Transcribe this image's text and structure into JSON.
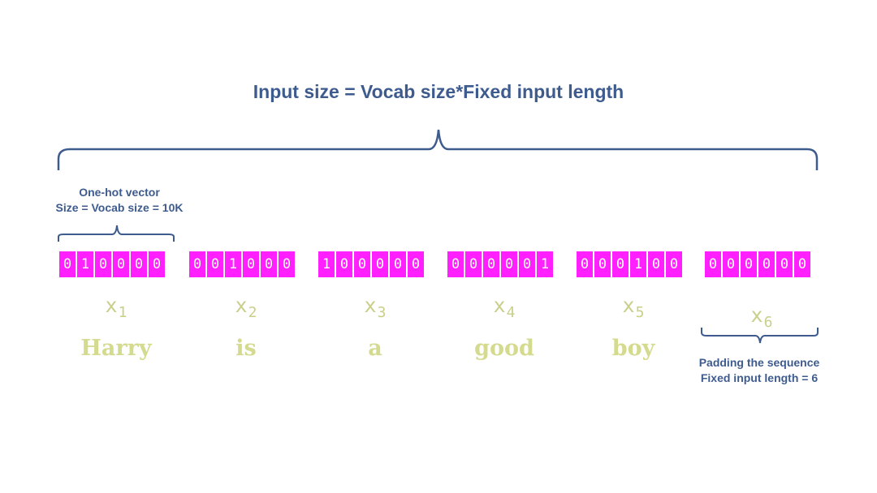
{
  "title": "Input size = Vocab size*Fixed input length",
  "one_hot_note": {
    "line1": "One-hot vector",
    "line2": "Size = Vocab size = 10K"
  },
  "padding_note": {
    "line1": "Padding the sequence",
    "line2": "Fixed input length = 6"
  },
  "vectors": [
    {
      "bits": [
        "0",
        "1",
        "0",
        "0",
        "0",
        "0"
      ],
      "label": "x",
      "sub": "1",
      "word": "Harry"
    },
    {
      "bits": [
        "0",
        "0",
        "1",
        "0",
        "0",
        "0"
      ],
      "label": "x",
      "sub": "2",
      "word": "is"
    },
    {
      "bits": [
        "1",
        "0",
        "0",
        "0",
        "0",
        "0"
      ],
      "label": "x",
      "sub": "3",
      "word": "a"
    },
    {
      "bits": [
        "0",
        "0",
        "0",
        "0",
        "0",
        "1"
      ],
      "label": "x",
      "sub": "4",
      "word": "good"
    },
    {
      "bits": [
        "0",
        "0",
        "0",
        "1",
        "0",
        "0"
      ],
      "label": "x",
      "sub": "5",
      "word": "boy"
    },
    {
      "bits": [
        "0",
        "0",
        "0",
        "0",
        "0",
        "0"
      ],
      "label": "x",
      "sub": "6",
      "word": ""
    }
  ],
  "colors": {
    "text": "#3e5b8e",
    "cell": "#ff1fff",
    "word": "#d4da8e"
  }
}
